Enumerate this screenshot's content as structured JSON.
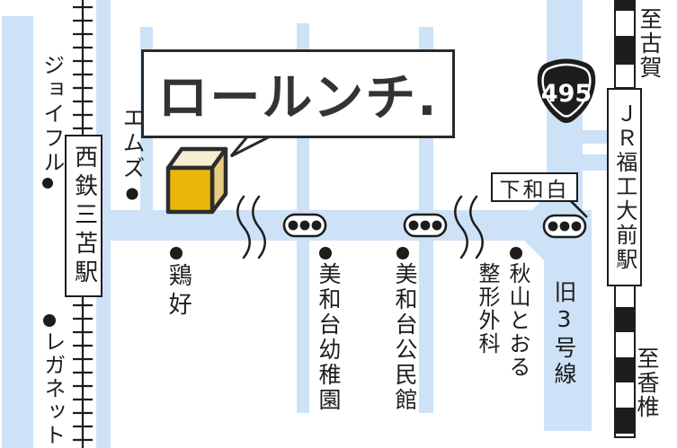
{
  "map": {
    "title": "ロールンチ.",
    "route_badge": {
      "number": "495"
    },
    "junction_label": {
      "text": "下和白"
    },
    "stations": {
      "nishitetsu_mitoma": "西鉄三苫駅",
      "jr_fukkodaimae": "ＪＲ福工大前駅"
    },
    "directions": {
      "to_koga": "至古賀",
      "to_kashii": "至香椎"
    },
    "road_labels": {
      "old_route_3": "旧3号線"
    },
    "landmarks": {
      "joyful": "ジョイフル",
      "ems": "エムズ",
      "torikou": "鶏好",
      "reganet": "レガネット",
      "miwadai_kindergarten": "美和台幼稚園",
      "miwadai_community_hall": "美和台公民館",
      "akiyama_orthopedics": "秋山とおる整形外科"
    },
    "icons": {
      "traffic_signal": "signal-oval-3-dots",
      "landmark_dot": "black-circle",
      "shop_building": "gold-cube",
      "road_break": "double-squiggle"
    },
    "colors": {
      "road": "#cde2f6",
      "ink": "#1d1d1d",
      "logo": "#333333",
      "cube_front": "#e9b70c",
      "cube_top": "#f6edd2",
      "cube_side": "#e8cc80"
    }
  }
}
